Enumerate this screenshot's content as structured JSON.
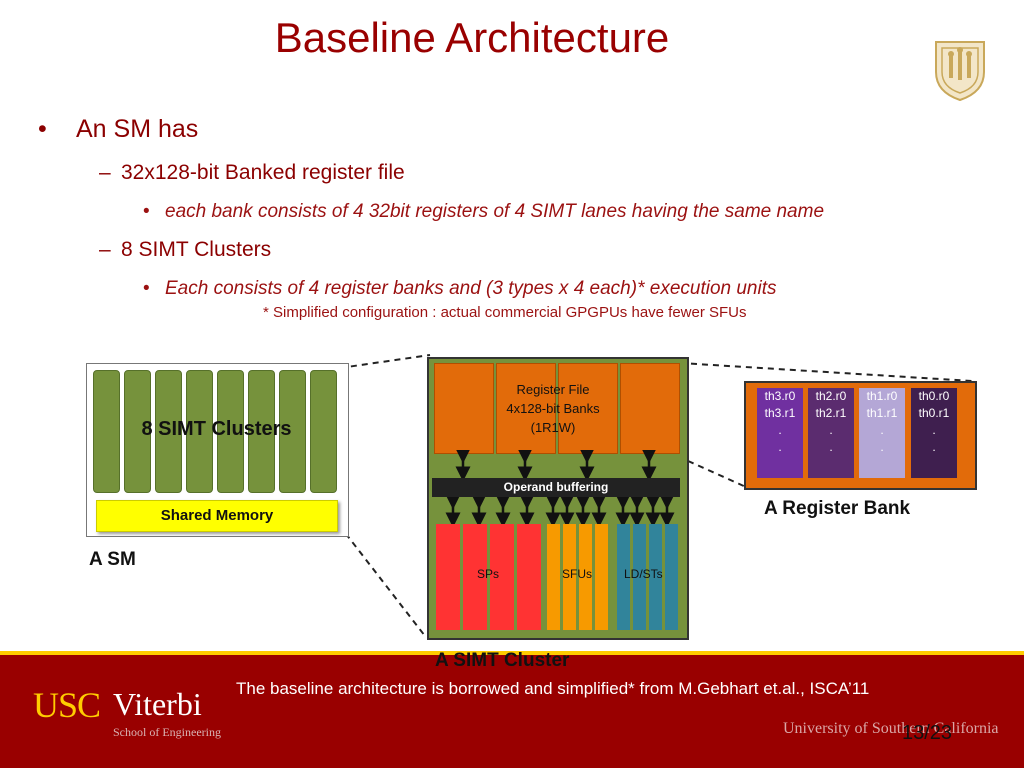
{
  "title": "Baseline Architecture",
  "bullets": {
    "l1": "An SM has",
    "l2a": "32x128-bit Banked register file",
    "l3a": "each bank consists of 4 32bit registers of 4 SIMT lanes having the same name",
    "l2b": "8 SIMT Clusters",
    "l3b": "Each consists of 4 register banks and (3 types x 4 each)* execution units",
    "dot": "•",
    "dash": "–"
  },
  "footnote": "* Simplified configuration : actual commercial GPGPUs have fewer SFUs",
  "sm": {
    "clusters_label": "8 SIMT Clusters",
    "shared_memory": "Shared Memory",
    "caption": "A SM"
  },
  "cluster": {
    "register_file": "Register File\n4x128-bit Banks\n(1R1W)",
    "operand_buffering": "Operand buffering",
    "sps": "SPs",
    "sfus": "SFUs",
    "ldsts": "LD/STs",
    "caption": "A SIMT Cluster"
  },
  "register_bank": {
    "columns": [
      {
        "r0": "th3.r0",
        "r1": "th3.r1",
        "d1": ".",
        "d2": "."
      },
      {
        "r0": "th2.r0",
        "r1": "th2.r1",
        "d1": ".",
        "d2": "."
      },
      {
        "r0": "th1.r0",
        "r1": "th1.r1",
        "d1": ".",
        "d2": "."
      },
      {
        "r0": "th0.r0",
        "r1": "th0.r1",
        "d1": ".",
        "d2": "."
      }
    ],
    "caption": "A Register Bank"
  },
  "footer": {
    "citation": "The baseline architecture is borrowed and simplified* from M.Gebhart et.al., ISCA’11",
    "logo_usc": "USC",
    "logo_viterbi": "Viterbi",
    "logo_school": "School of Engineering",
    "university": "University of Southern California",
    "page": "13/23"
  },
  "colors": {
    "cardinal": "#990000",
    "gold": "#ffcc00",
    "cluster_green": "#76923c",
    "register_orange": "#e26b0a",
    "sp_red": "#ff3333",
    "sfu_orange": "#f79a00",
    "ldst_teal": "#31849b",
    "bank_col_1": "#7030a0",
    "bank_col_2": "#5b2c6f",
    "bank_col_3": "#b4a7d6",
    "bank_col_4": "#3f1f4f"
  },
  "icons": {
    "seal": "usc-seal-icon"
  }
}
